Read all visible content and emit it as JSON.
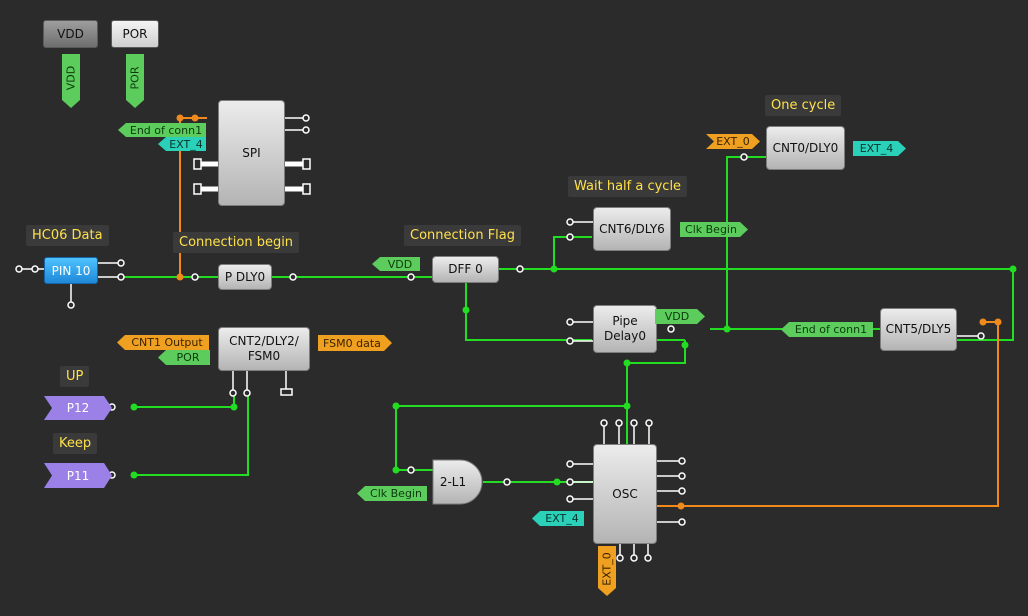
{
  "power": {
    "vdd": "VDD",
    "por": "POR"
  },
  "labels": {
    "hc06": "HC06 Data",
    "conn_begin": "Connection begin",
    "conn_flag": "Connection Flag",
    "wait_half": "Wait half a cycle",
    "one_cycle": "One cycle",
    "up": "UP",
    "keep": "Keep"
  },
  "blocks": {
    "spi": "SPI",
    "pin10": "PIN 10",
    "pdly0": "P DLY0",
    "dff0": "DFF 0",
    "cnt6": "CNT6/DLY6",
    "cnt0": "CNT0/DLY0",
    "pipe_line1": "Pipe",
    "pipe_line2": "Delay0",
    "cnt5": "CNT5/DLY5",
    "cnt2_line1": "CNT2/DLY2/",
    "cnt2_line2": "FSM0",
    "gate": "2-L1",
    "osc": "OSC"
  },
  "tags": {
    "vdd_v": "VDD",
    "por_v": "POR",
    "end_conn1_spi": "End of conn1",
    "ext4_spi": "EXT_4",
    "vdd_dff": "VDD",
    "ext0_cnt0": "EXT_0",
    "ext4_cnt0": "EXT_4",
    "clk_begin_cnt6": "Clk Begin",
    "vdd_pipe": "VDD",
    "end_conn1_cnt5": "End of conn1",
    "cnt1_output": "CNT1 Output",
    "por_cnt2": "POR",
    "fsm0_data": "FSM0 data",
    "p12": "P12",
    "p11": "P11",
    "clk_begin_gate": "Clk Begin",
    "ext4_osc": "EXT_4",
    "ext0_osc": "EXT_0"
  },
  "colors": {
    "wire_green": "#22dd22",
    "wire_orange": "#f08a1c",
    "label_text": "#ffe14a",
    "background": "#2b2b2b"
  }
}
